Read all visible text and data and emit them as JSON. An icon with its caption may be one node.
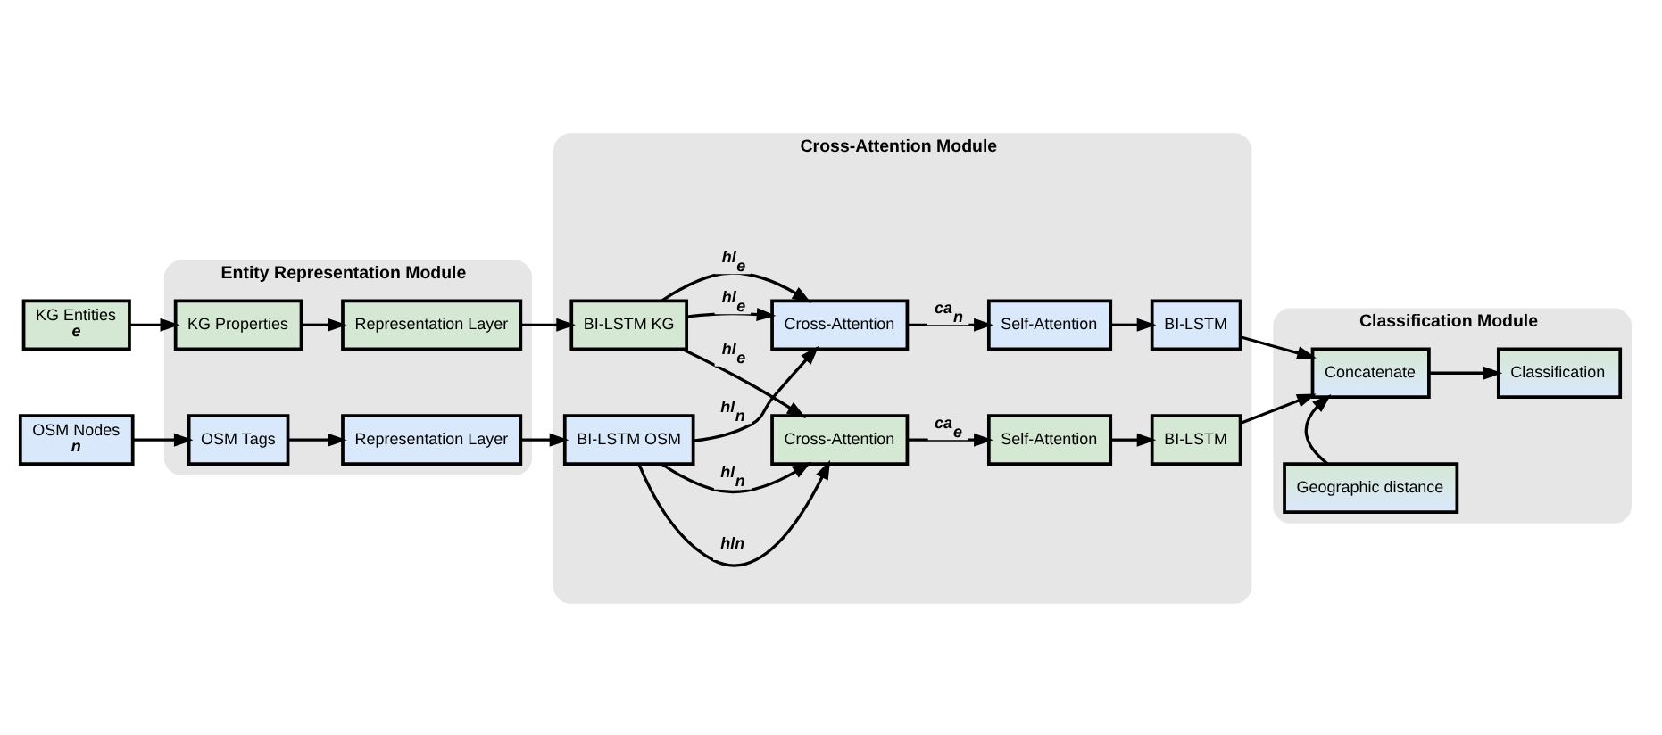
{
  "diagram": {
    "nodes": [
      {
        "text": [
          "Entity Representation Module"
        ]
      },
      {
        "text": [
          "Cross-Attention Module"
        ]
      },
      {
        "text": [
          "Classification Module"
        ]
      },
      {
        "text": [
          "KG Entities",
          "e"
        ]
      },
      {
        "text": [
          "KG Properties"
        ],
        "in": 0
      },
      {
        "text": [
          "Representation Layer"
        ],
        "in": 0
      },
      {
        "text": [
          "OSM Nodes",
          "n"
        ]
      },
      {
        "text": [
          "OSM Tags"
        ],
        "in": 0
      },
      {
        "text": [
          "Representation Layer"
        ],
        "in": 0
      },
      {
        "text": [
          "BI-LSTM KG"
        ],
        "in": 1
      },
      {
        "text": [
          "Cross-Attention"
        ],
        "in": 1
      },
      {
        "text": [
          "Self-Attention"
        ],
        "in": 1
      },
      {
        "text": [
          "BI-LSTM"
        ],
        "in": 1
      },
      {
        "text": [
          "BI-LSTM OSM"
        ],
        "in": 1
      },
      {
        "text": [
          "Cross-Attention"
        ],
        "in": 1
      },
      {
        "text": [
          "Self-Attention"
        ],
        "in": 1
      },
      {
        "text": [
          "BI-LSTM"
        ],
        "in": 1
      },
      {
        "text": [
          "Geographic distance"
        ],
        "in": 2
      },
      {
        "text": [
          "Concatenate"
        ],
        "in": 2
      },
      {
        "text": [
          "Classification"
        ],
        "in": 2
      }
    ],
    "edges": [
      {
        "from": 3,
        "to": 4,
        "arrow": "to"
      },
      {
        "from": 4,
        "to": 5,
        "arrow": "to"
      },
      {
        "from": 5,
        "to": 9,
        "arrow": "to"
      },
      {
        "from": 6,
        "to": 7,
        "arrow": "to"
      },
      {
        "from": 7,
        "to": 8,
        "arrow": "to"
      },
      {
        "from": 8,
        "to": 13,
        "arrow": "to"
      },
      {
        "from": 9,
        "to": 10,
        "arrow": "to",
        "label": "hl$_{e}$"
      },
      {
        "from": 13,
        "to": 10,
        "arrow": "to",
        "label": "hln"
      },
      {
        "from": 13,
        "to": 10,
        "arrow": "to",
        "label": "hl$_{n}$"
      },
      {
        "from": 9,
        "to": 14,
        "arrow": "to",
        "label": "hl$_{e}$"
      },
      {
        "from": 9,
        "to": 14,
        "arrow": "to",
        "label": "hl$_{e}$"
      },
      {
        "from": 13,
        "to": 14,
        "arrow": "to",
        "label": "hl$_{n}$"
      },
      {
        "from": 10,
        "to": 11,
        "arrow": "to",
        "label": "ca$_{e}$"
      },
      {
        "from": 11,
        "to": 12,
        "arrow": "to"
      },
      {
        "from": 14,
        "to": 15,
        "arrow": "to",
        "label": "ca$_{n}$"
      },
      {
        "from": 15,
        "to": 16,
        "arrow": "to"
      },
      {
        "from": 12,
        "to": 18,
        "arrow": "to"
      },
      {
        "from": 16,
        "to": 18,
        "arrow": "to"
      },
      {
        "from": 17,
        "to": 18,
        "arrow": "to"
      },
      {
        "from": 18,
        "to": 19,
        "arrow": "to"
      }
    ]
  }
}
